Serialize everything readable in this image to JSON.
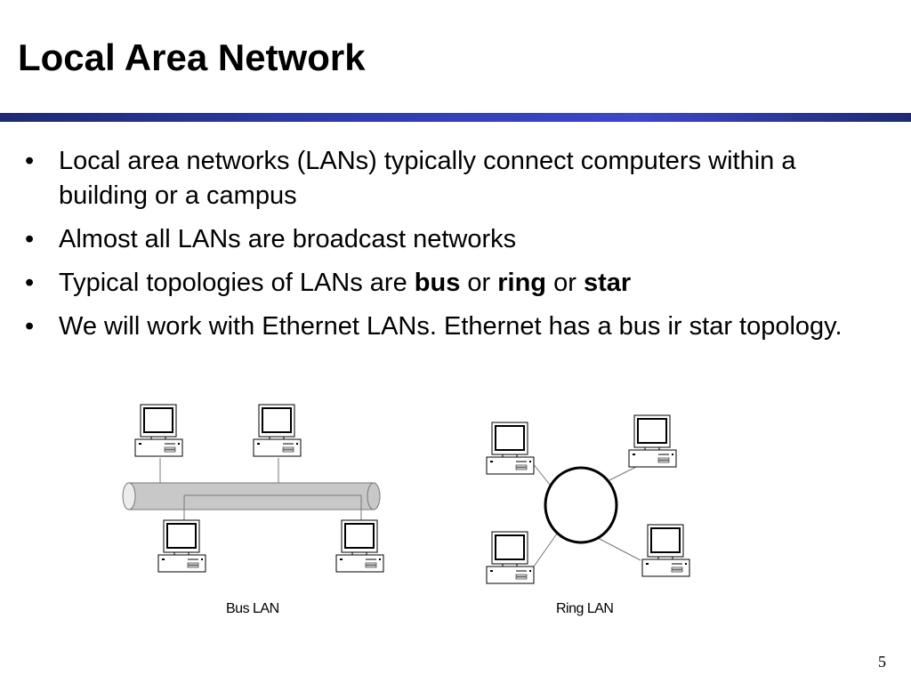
{
  "slide": {
    "title": "Local Area Network",
    "page_number": "5"
  },
  "bullets": [
    {
      "text": "Local area networks (LANs) typically connect computers within a building or a campus"
    },
    {
      "text": "Almost all LANs are broadcast networks"
    },
    {
      "parts": [
        {
          "text": "Typical topologies of LANs are ",
          "bold": false
        },
        {
          "text": "bus",
          "bold": true
        },
        {
          "text": " or ",
          "bold": false
        },
        {
          "text": "ring",
          "bold": true
        },
        {
          "text": " or ",
          "bold": false
        },
        {
          "text": "star",
          "bold": true
        }
      ]
    },
    {
      "text": "We will work with Ethernet LANs. Ethernet has a bus ir star topology."
    }
  ],
  "bullet_marker": "•",
  "diagrams": {
    "bus": {
      "caption": "Bus LAN",
      "computer_count": 4
    },
    "ring": {
      "caption": "Ring LAN",
      "computer_count": 4
    }
  },
  "colors": {
    "title_rule": "#2d3ba8",
    "bus_cable": "#c8c8c8"
  }
}
